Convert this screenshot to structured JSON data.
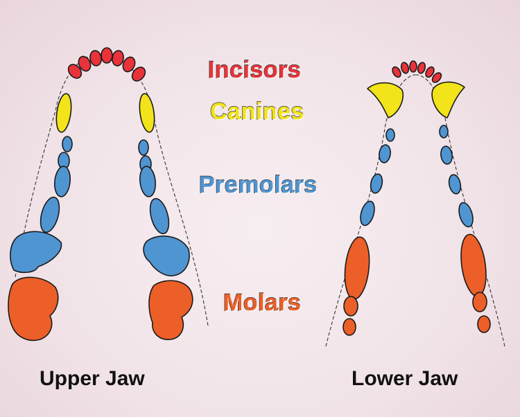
{
  "labels": {
    "incisors": "Incisors",
    "canines": "Canines",
    "premolars": "Premolars",
    "molars": "Molars"
  },
  "captions": {
    "upper_jaw": "Upper Jaw",
    "lower_jaw": "Lower Jaw"
  },
  "colors": {
    "incisors": "#e8333a",
    "canines": "#f2e31b",
    "premolars": "#4f95d2",
    "molars": "#ec5f28",
    "outline": "#1a1a1a"
  }
}
